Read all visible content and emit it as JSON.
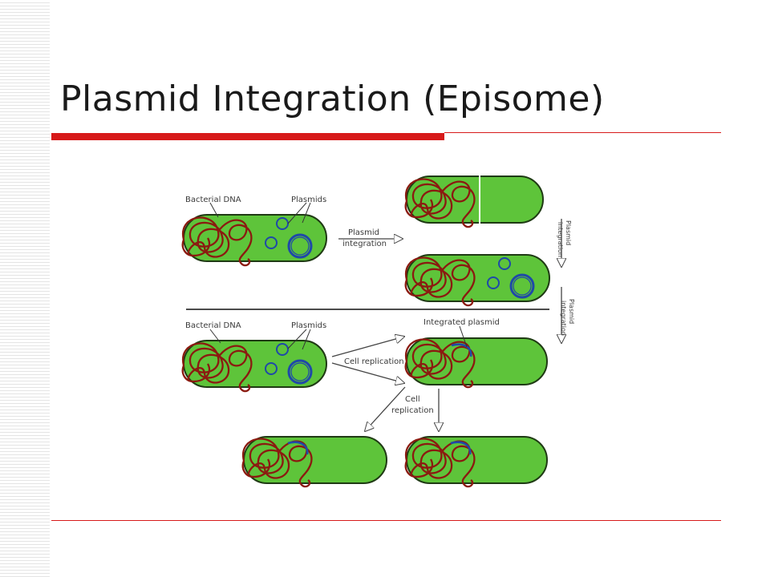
{
  "slide": {
    "title": "Plasmid Integration (Episome)"
  },
  "figure": {
    "label_bacterial_dna_top": "Bacterial DNA",
    "label_plasmids_top": "Plasmids",
    "label_plasmid_integration_line1": "Plasmid",
    "label_plasmid_integration_line2": "integration",
    "label_bacterial_dna_bottom": "Bacterial DNA",
    "label_plasmids_bottom": "Plasmids",
    "label_integrated_plasmid": "Integrated plasmid",
    "label_cell_replication_horizontal": "Cell replication",
    "label_cell_replication_line1": "Cell",
    "label_cell_replication_line2": "replication",
    "label_vertical_line1": "Plasmid",
    "label_vertical_line2": "integration"
  },
  "colors": {
    "accent_red": "#d71a1a",
    "cell_fill": "#5ec43a",
    "cell_stroke": "#1f3a14",
    "chromosome": "#8b1a10",
    "plasmid": "#1f49a8"
  }
}
